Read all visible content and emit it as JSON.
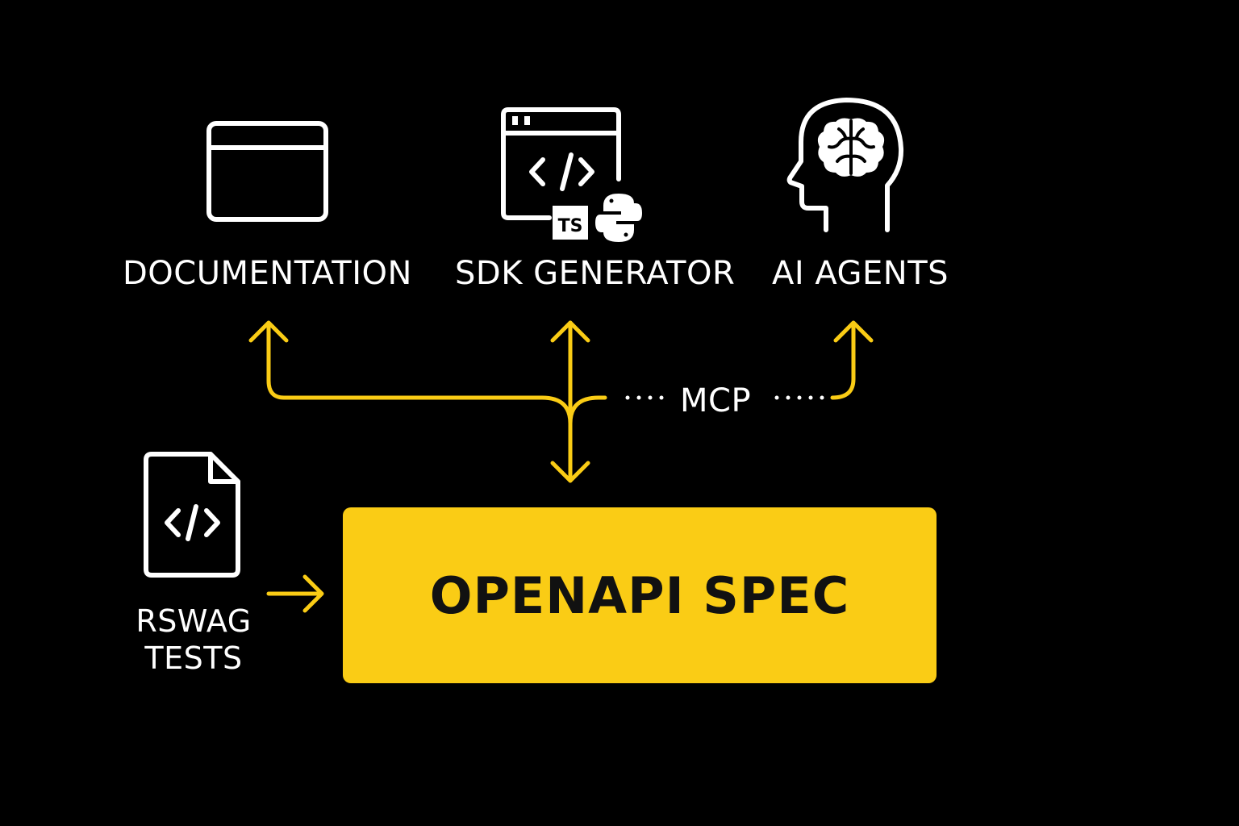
{
  "colors": {
    "background": "#000000",
    "accent": "#FACC15",
    "icon_stroke": "#FFFFFF",
    "spec_text": "#111111"
  },
  "nodes": {
    "documentation": {
      "label": "DOCUMENTATION",
      "icon": "browser-window-icon"
    },
    "sdk_generator": {
      "label": "SDK GENERATOR",
      "icon": "code-window-icon",
      "badges": {
        "typescript": "TS",
        "python_icon": "python-logo-icon"
      }
    },
    "ai_agents": {
      "label": "AI AGENTS",
      "icon": "head-brain-icon"
    },
    "rswag_tests": {
      "label": "RSWAG TESTS",
      "icon": "code-file-icon"
    },
    "openapi_spec": {
      "label": "OPENAPI SPEC"
    }
  },
  "connectors": {
    "mcp_label": "MCP"
  }
}
